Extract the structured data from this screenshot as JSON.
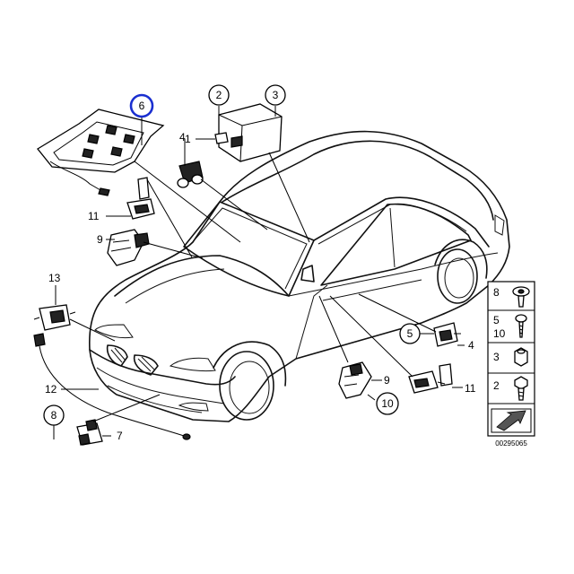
{
  "callouts": {
    "c2": "2",
    "c3": "3",
    "c6": "6",
    "c5": "5",
    "c10": "10",
    "c8": "8",
    "l1": "1",
    "l4a": "4",
    "l4b": "4",
    "l7": "7",
    "l9a": "9",
    "l9b": "9",
    "l11a": "11",
    "l11b": "11",
    "l12": "12",
    "l13": "13"
  },
  "legend": {
    "r1": "8",
    "r2a": "5",
    "r2b": "10",
    "r3": "3",
    "r4": "2"
  },
  "diagram_code": "00295065",
  "highlight_color": "#1a2fd0"
}
